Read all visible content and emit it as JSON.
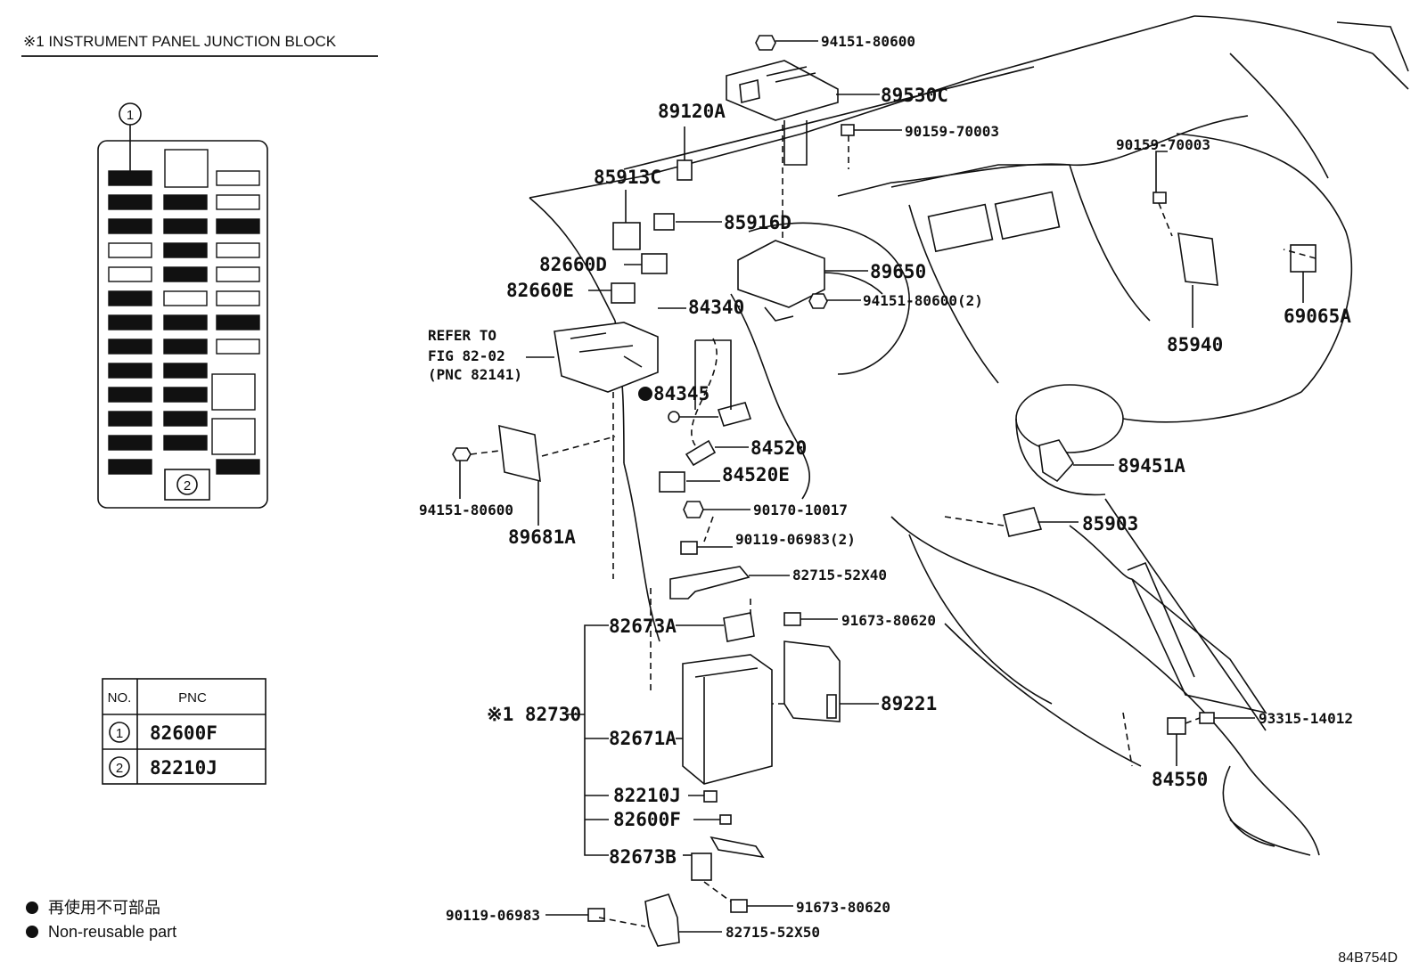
{
  "header": {
    "title": "※1 INSTRUMENT PANEL JUNCTION BLOCK"
  },
  "fusebox": {
    "callout_1": "1",
    "callout_2": "2"
  },
  "pnc_table": {
    "col_no": "NO.",
    "col_pnc": "PNC",
    "rows": [
      {
        "no": "1",
        "pnc": "82600F"
      },
      {
        "no": "2",
        "pnc": "82210J"
      }
    ]
  },
  "legend": {
    "jp": "再使用不可部品",
    "en": "Non-reusable part"
  },
  "refer": {
    "line1": "REFER TO",
    "line2": "FIG 82-02",
    "line3": "(PNC 82141)"
  },
  "labels": {
    "p94151_80600_top": "94151-80600",
    "p89530C": "89530C",
    "p89120A": "89120A",
    "p90159_70003_a": "90159-70003",
    "p90159_70003_b": "90159-70003",
    "p85913C": "85913C",
    "p85916D": "85916D",
    "p89650": "89650",
    "p94151_80600_2": "94151-80600(2)",
    "p82660D": "82660D",
    "p82660E": "82660E",
    "p84340": "84340",
    "p84345": "84345",
    "p84520": "84520",
    "p84520E": "84520E",
    "p90170_10017": "90170-10017",
    "p90119_06983_2": "90119-06983(2)",
    "p82715_52X40": "82715-52X40",
    "p91673_80620_a": "91673-80620",
    "p82673A": "82673A",
    "p89221": "89221",
    "p82730": "※1 82730",
    "p82671A": "82671A",
    "p82210J": "82210J",
    "p82600F": "82600F",
    "p82673B": "82673B",
    "p91673_80620_b": "91673-80620",
    "p90119_06983": "90119-06983",
    "p82715_52X50": "82715-52X50",
    "p94151_80600_left": "94151-80600",
    "p89681A": "89681A",
    "p85940": "85940",
    "p69065A": "69065A",
    "p89451A": "89451A",
    "p85903": "85903",
    "p93315_14012": "93315-14012",
    "p84550": "84550"
  },
  "figure_code": "84B754D"
}
